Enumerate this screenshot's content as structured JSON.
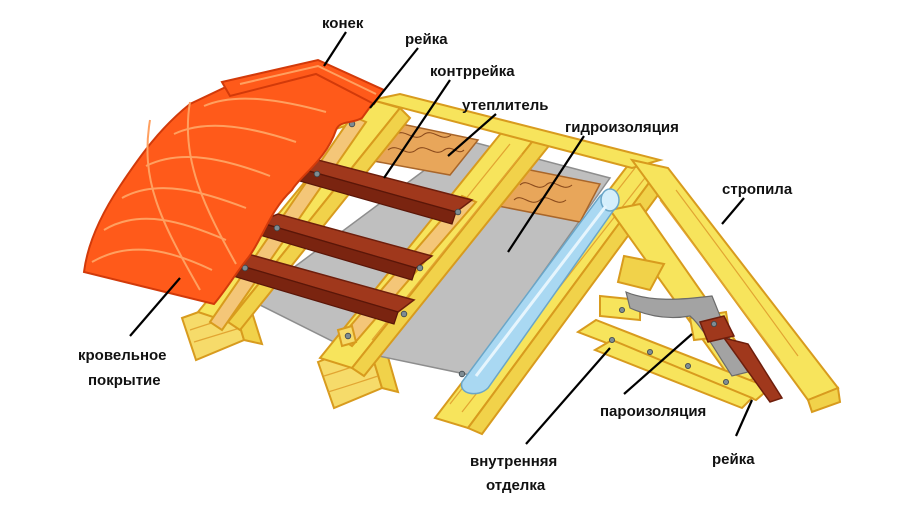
{
  "labels": {
    "konek": "конек",
    "reika_top": "рейка",
    "kontrreika": "контррейка",
    "uteplitel": "утеплитель",
    "gidroizolyaciya": "гидроизоляция",
    "stropila": "стропила",
    "krovelnoe_1": "кровельное",
    "krovelnoe_2": "покрытие",
    "paroizolyaciya": "пароизоляция",
    "vnutrennyaya_1": "внутренняя",
    "vnutrennyaya_2": "отделка",
    "reika_bottom": "рейка"
  },
  "colors": {
    "wood": "#F7E45C",
    "wood_edge": "#D89B1E",
    "tile": "#FF5A1A",
    "batten": "#A0381C",
    "membrane": "#BFBFBF",
    "insulation": "#E8A65A",
    "roll": "#A9D8F2"
  }
}
